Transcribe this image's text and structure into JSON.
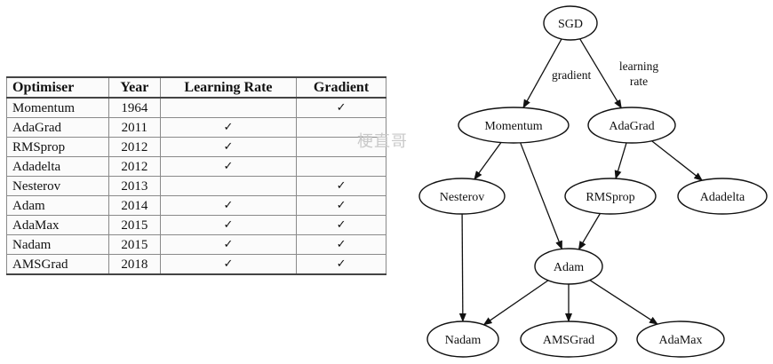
{
  "table": {
    "headers": [
      "Optimiser",
      "Year",
      "Learning Rate",
      "Gradient"
    ],
    "check_mark": "✓",
    "rows": [
      {
        "name": "Momentum",
        "year": "1964",
        "lr": "",
        "grad": "✓"
      },
      {
        "name": "AdaGrad",
        "year": "2011",
        "lr": "✓",
        "grad": ""
      },
      {
        "name": "RMSprop",
        "year": "2012",
        "lr": "✓",
        "grad": ""
      },
      {
        "name": "Adadelta",
        "year": "2012",
        "lr": "✓",
        "grad": ""
      },
      {
        "name": "Nesterov",
        "year": "2013",
        "lr": "",
        "grad": "✓"
      },
      {
        "name": "Adam",
        "year": "2014",
        "lr": "✓",
        "grad": "✓"
      },
      {
        "name": "AdaMax",
        "year": "2015",
        "lr": "✓",
        "grad": "✓"
      },
      {
        "name": "Nadam",
        "year": "2015",
        "lr": "✓",
        "grad": "✓"
      },
      {
        "name": "AMSGrad",
        "year": "2018",
        "lr": "✓",
        "grad": "✓"
      }
    ]
  },
  "watermark": "梗直哥",
  "diagram": {
    "nodes": [
      {
        "id": "sgd",
        "label": "SGD"
      },
      {
        "id": "momentum",
        "label": "Momentum"
      },
      {
        "id": "adagrad",
        "label": "AdaGrad"
      },
      {
        "id": "nesterov",
        "label": "Nesterov"
      },
      {
        "id": "rmsprop",
        "label": "RMSprop"
      },
      {
        "id": "adadelta",
        "label": "Adadelta"
      },
      {
        "id": "adam",
        "label": "Adam"
      },
      {
        "id": "nadam",
        "label": "Nadam"
      },
      {
        "id": "amsgrad",
        "label": "AMSGrad"
      },
      {
        "id": "adamax",
        "label": "AdaMax"
      }
    ],
    "edges": [
      {
        "from": "sgd",
        "to": "momentum",
        "label": [
          "gradient"
        ]
      },
      {
        "from": "sgd",
        "to": "adagrad",
        "label": [
          "learning",
          "rate"
        ]
      },
      {
        "from": "momentum",
        "to": "nesterov",
        "label": []
      },
      {
        "from": "momentum",
        "to": "adam",
        "label": []
      },
      {
        "from": "adagrad",
        "to": "rmsprop",
        "label": []
      },
      {
        "from": "adagrad",
        "to": "adadelta",
        "label": []
      },
      {
        "from": "rmsprop",
        "to": "adam",
        "label": []
      },
      {
        "from": "nesterov",
        "to": "nadam",
        "label": []
      },
      {
        "from": "adam",
        "to": "nadam",
        "label": []
      },
      {
        "from": "adam",
        "to": "amsgrad",
        "label": []
      },
      {
        "from": "adam",
        "to": "adamax",
        "label": []
      }
    ]
  }
}
